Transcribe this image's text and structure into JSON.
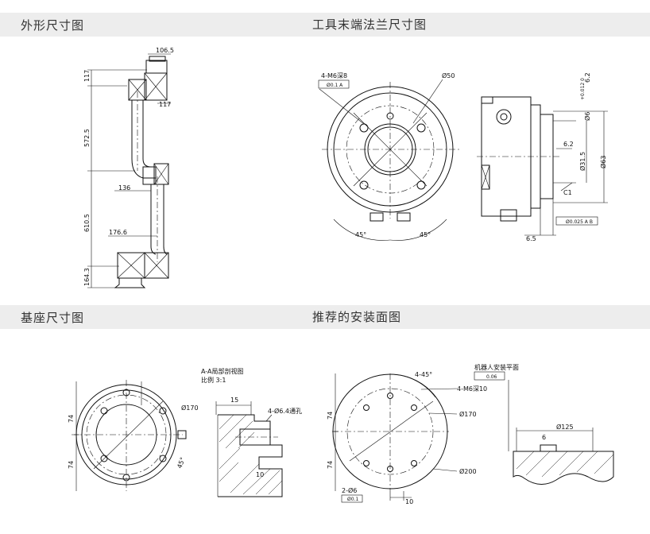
{
  "sections": {
    "outline": "外形尺寸图",
    "flange": "工具末端法兰尺寸图",
    "base": "基座尺寸图",
    "install": "推荐的安装面图"
  },
  "outline_dims": [
    "106.5",
    "117",
    "117",
    "572.5",
    "136",
    "610.5",
    "176.6",
    "164.3"
  ],
  "flange_dims": {
    "holes": "4-M6深8",
    "tol": "Ø0.1 A",
    "dia50": "Ø50",
    "angle_left": "45°",
    "angle_right": "45°",
    "d6": "Ø6",
    "d6_tol": "+0.012 0",
    "depth62": "6.2",
    "d315": "Ø31.5",
    "d63": "Ø63",
    "c1": "C1",
    "d65": "6.5",
    "flat": "Ø0.025 A B",
    "dim62": "6.2"
  },
  "base_dims": {
    "section_title": "A-A局部剖视图",
    "scale": "比例 3:1",
    "holes": "4-Ø6.4通孔",
    "d170": "Ø170",
    "d74a": "74",
    "d74b": "74",
    "d15": "15",
    "d10": "10",
    "angle45": "45°"
  },
  "install_dims": {
    "flatness_title": "机器人安装平面",
    "flatness": "0.06",
    "angle45": "4-45°",
    "holes": "4-M6深10",
    "d170": "Ø170",
    "d200": "Ø200",
    "d74a": "74",
    "d74b": "74",
    "pin": "2-Ø6",
    "pos": "Ø0.1",
    "d10": "10",
    "d125": "Ø125",
    "d6": "6"
  }
}
